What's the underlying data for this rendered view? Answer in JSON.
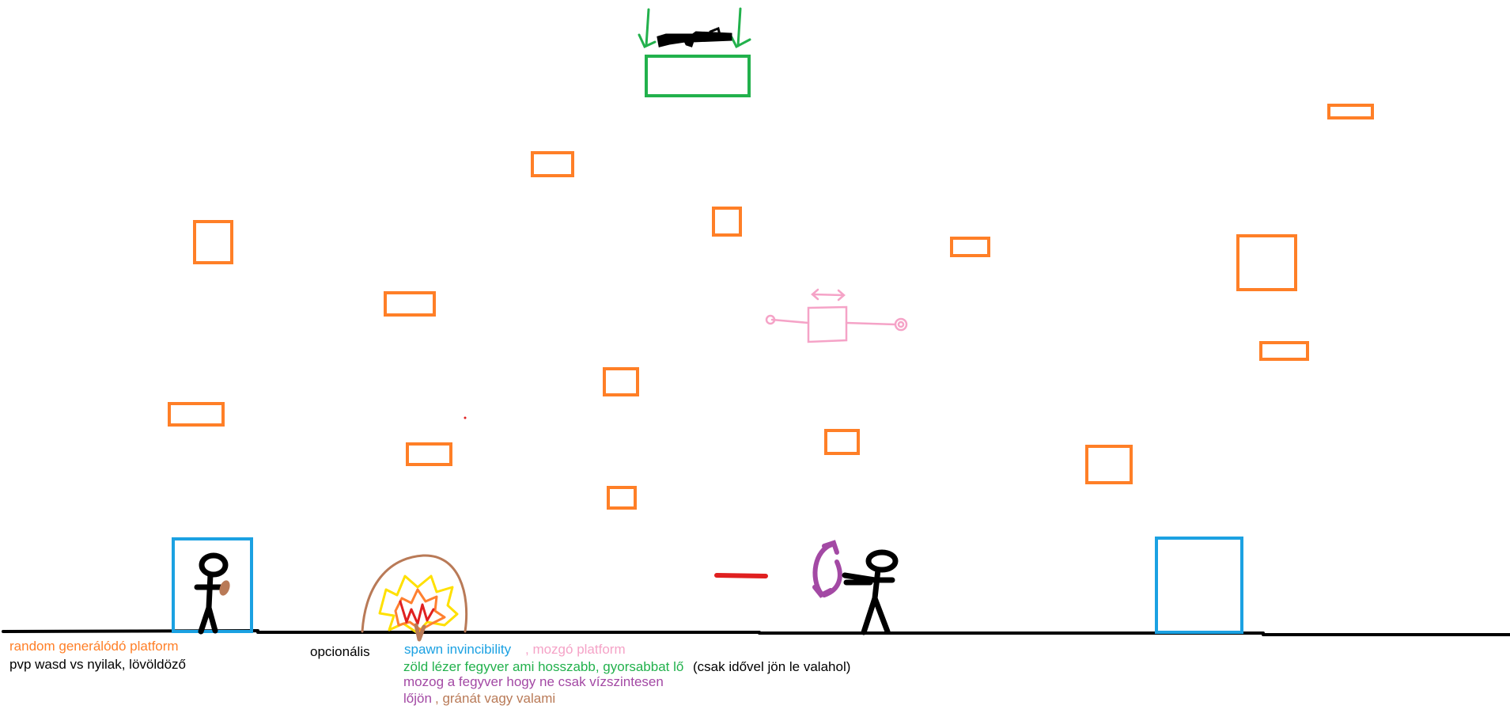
{
  "colors": {
    "platform": "#ff7f27",
    "spawn": "#1ba1e2",
    "moving_platform": "#f5a3c7",
    "laser_weapon": "#22b14c",
    "aim_arrow": "#a349a4",
    "grenade": "#b97a57",
    "ink": "#000000",
    "bullet": "#e02020",
    "fire_outer": "#ffe000",
    "fire_mid": "#ff8030",
    "fire_inner": "#e02020"
  },
  "legend": {
    "random_platform": "random generálódó platform",
    "pvp": "pvp wasd vs nyilak, lövöldöző",
    "optional": "opcionális",
    "spawn_invincibility": "spawn invincibility",
    "moving_platform": ", mozgó platform",
    "laser_weapon": "zöld lézer fegyver ami hosszabb, gyorsabbat lő",
    "laser_weapon_note": "(csak idővel jön le valahol)",
    "aim": "mozog a fegyver hogy ne csak vízszintesen",
    "aim_cont": "lőjön",
    "grenade": ", gránát vagy valami"
  },
  "icons": [
    "rifle-icon",
    "stick-figure-player-1",
    "stick-figure-player-2",
    "fire-hazard",
    "moving-platform",
    "rotation-arrow-icon",
    "double-arrow-icon",
    "down-arrow-icon"
  ]
}
